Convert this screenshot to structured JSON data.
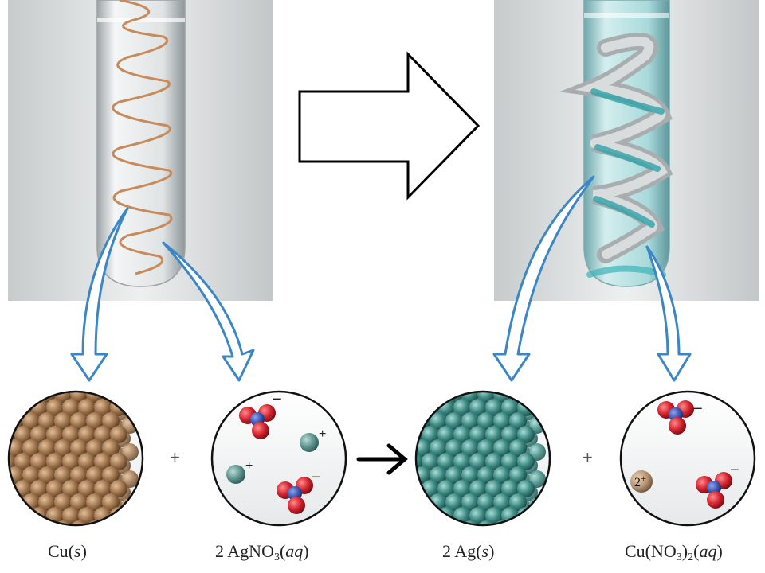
{
  "equation": {
    "reactant1": {
      "formula": "Cu",
      "state": "s"
    },
    "reactant2": {
      "coef": "2",
      "formula": "AgNO",
      "sub": "3",
      "state": "aq"
    },
    "product1": {
      "coef": "2",
      "formula": "Ag",
      "state": "s"
    },
    "product2": {
      "formula": "Cu(NO",
      "sub1": "3",
      "close": ")",
      "sub2": "2",
      "state": "aq"
    },
    "plus": "+"
  },
  "ion_labels": {
    "minus": "−",
    "plus": "+",
    "copper_ion": "2",
    "copper_ion_sup": "+"
  },
  "colors": {
    "copper": "#a0764f",
    "silver": "#3f8c86",
    "oxygen": "#d42430",
    "nitrogen": "#3a55b0",
    "pointer": "#3b86c7",
    "solution_before": "#dfe3e4",
    "solution_after": "#9fd4d6"
  }
}
